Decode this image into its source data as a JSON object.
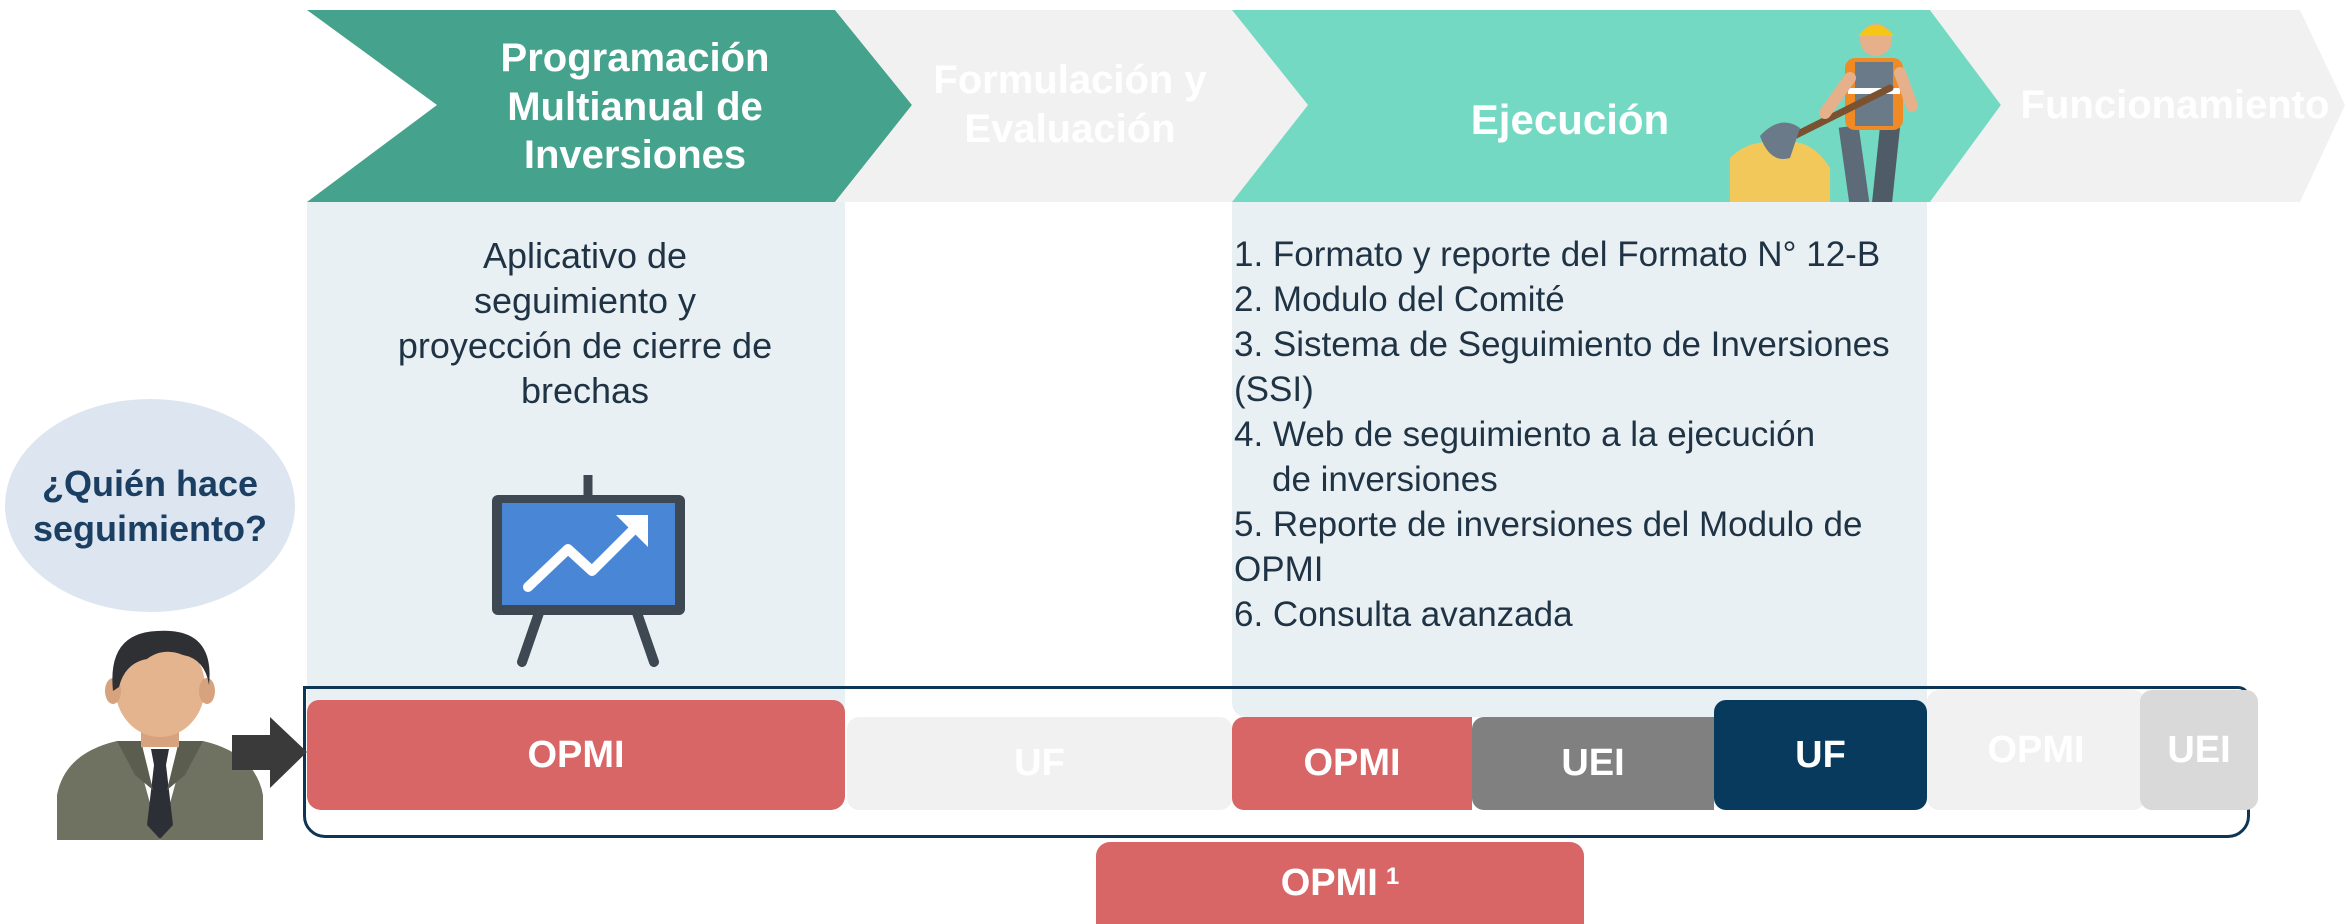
{
  "stages": [
    {
      "title": "Programación Multianual de Inversiones",
      "color": "#45a28d",
      "faded": false
    },
    {
      "title": "Formulación y Evaluación",
      "color": "#f1f1f1",
      "faded": true
    },
    {
      "title": "Ejecución",
      "color": "#74d9c3",
      "faded": false
    },
    {
      "title": "Funcionamiento",
      "color": "#f1f1f1",
      "faded": true
    }
  ],
  "panels": {
    "pmi_text": "Aplicativo de seguimiento y proyección de cierre de brechas",
    "ejecucion_items": [
      "1. Formato y reporte del Formato N° 12-B",
      "2. Modulo del Comité",
      "3. Sistema de Seguimiento de Inversiones (SSI)",
      {
        "main": "4. Web de seguimiento a la ejecución",
        "cont": "de inversiones"
      },
      "5. Reporte de inversiones del Modulo de OPMI",
      "6. Consulta avanzada"
    ]
  },
  "who_question": "¿Quién hace seguimiento?",
  "bars": {
    "pmi": {
      "label": "OPMI",
      "color": "#d86666"
    },
    "formulacion": {
      "label": "UF",
      "color": "#f1f1f1"
    },
    "ejecucion_opmi": {
      "label": "OPMI",
      "color": "#d86666"
    },
    "ejecucion_uei": {
      "label": "UEI",
      "color": "#808080"
    },
    "ejecucion_uf": {
      "label": "UF",
      "color": "#073a5c"
    },
    "funcionamiento_opmi": {
      "label": "OPMI",
      "color": "#f1f1f1"
    },
    "funcionamiento_uei": {
      "label": "UEI",
      "color": "#d9d9d9"
    }
  },
  "footer_bar": {
    "label": "OPMI",
    "superscript": "1",
    "color": "#d86666"
  },
  "icons": [
    "presentation-board-icon",
    "construction-worker-icon",
    "businessman-avatar-icon",
    "arrow-right-icon"
  ]
}
